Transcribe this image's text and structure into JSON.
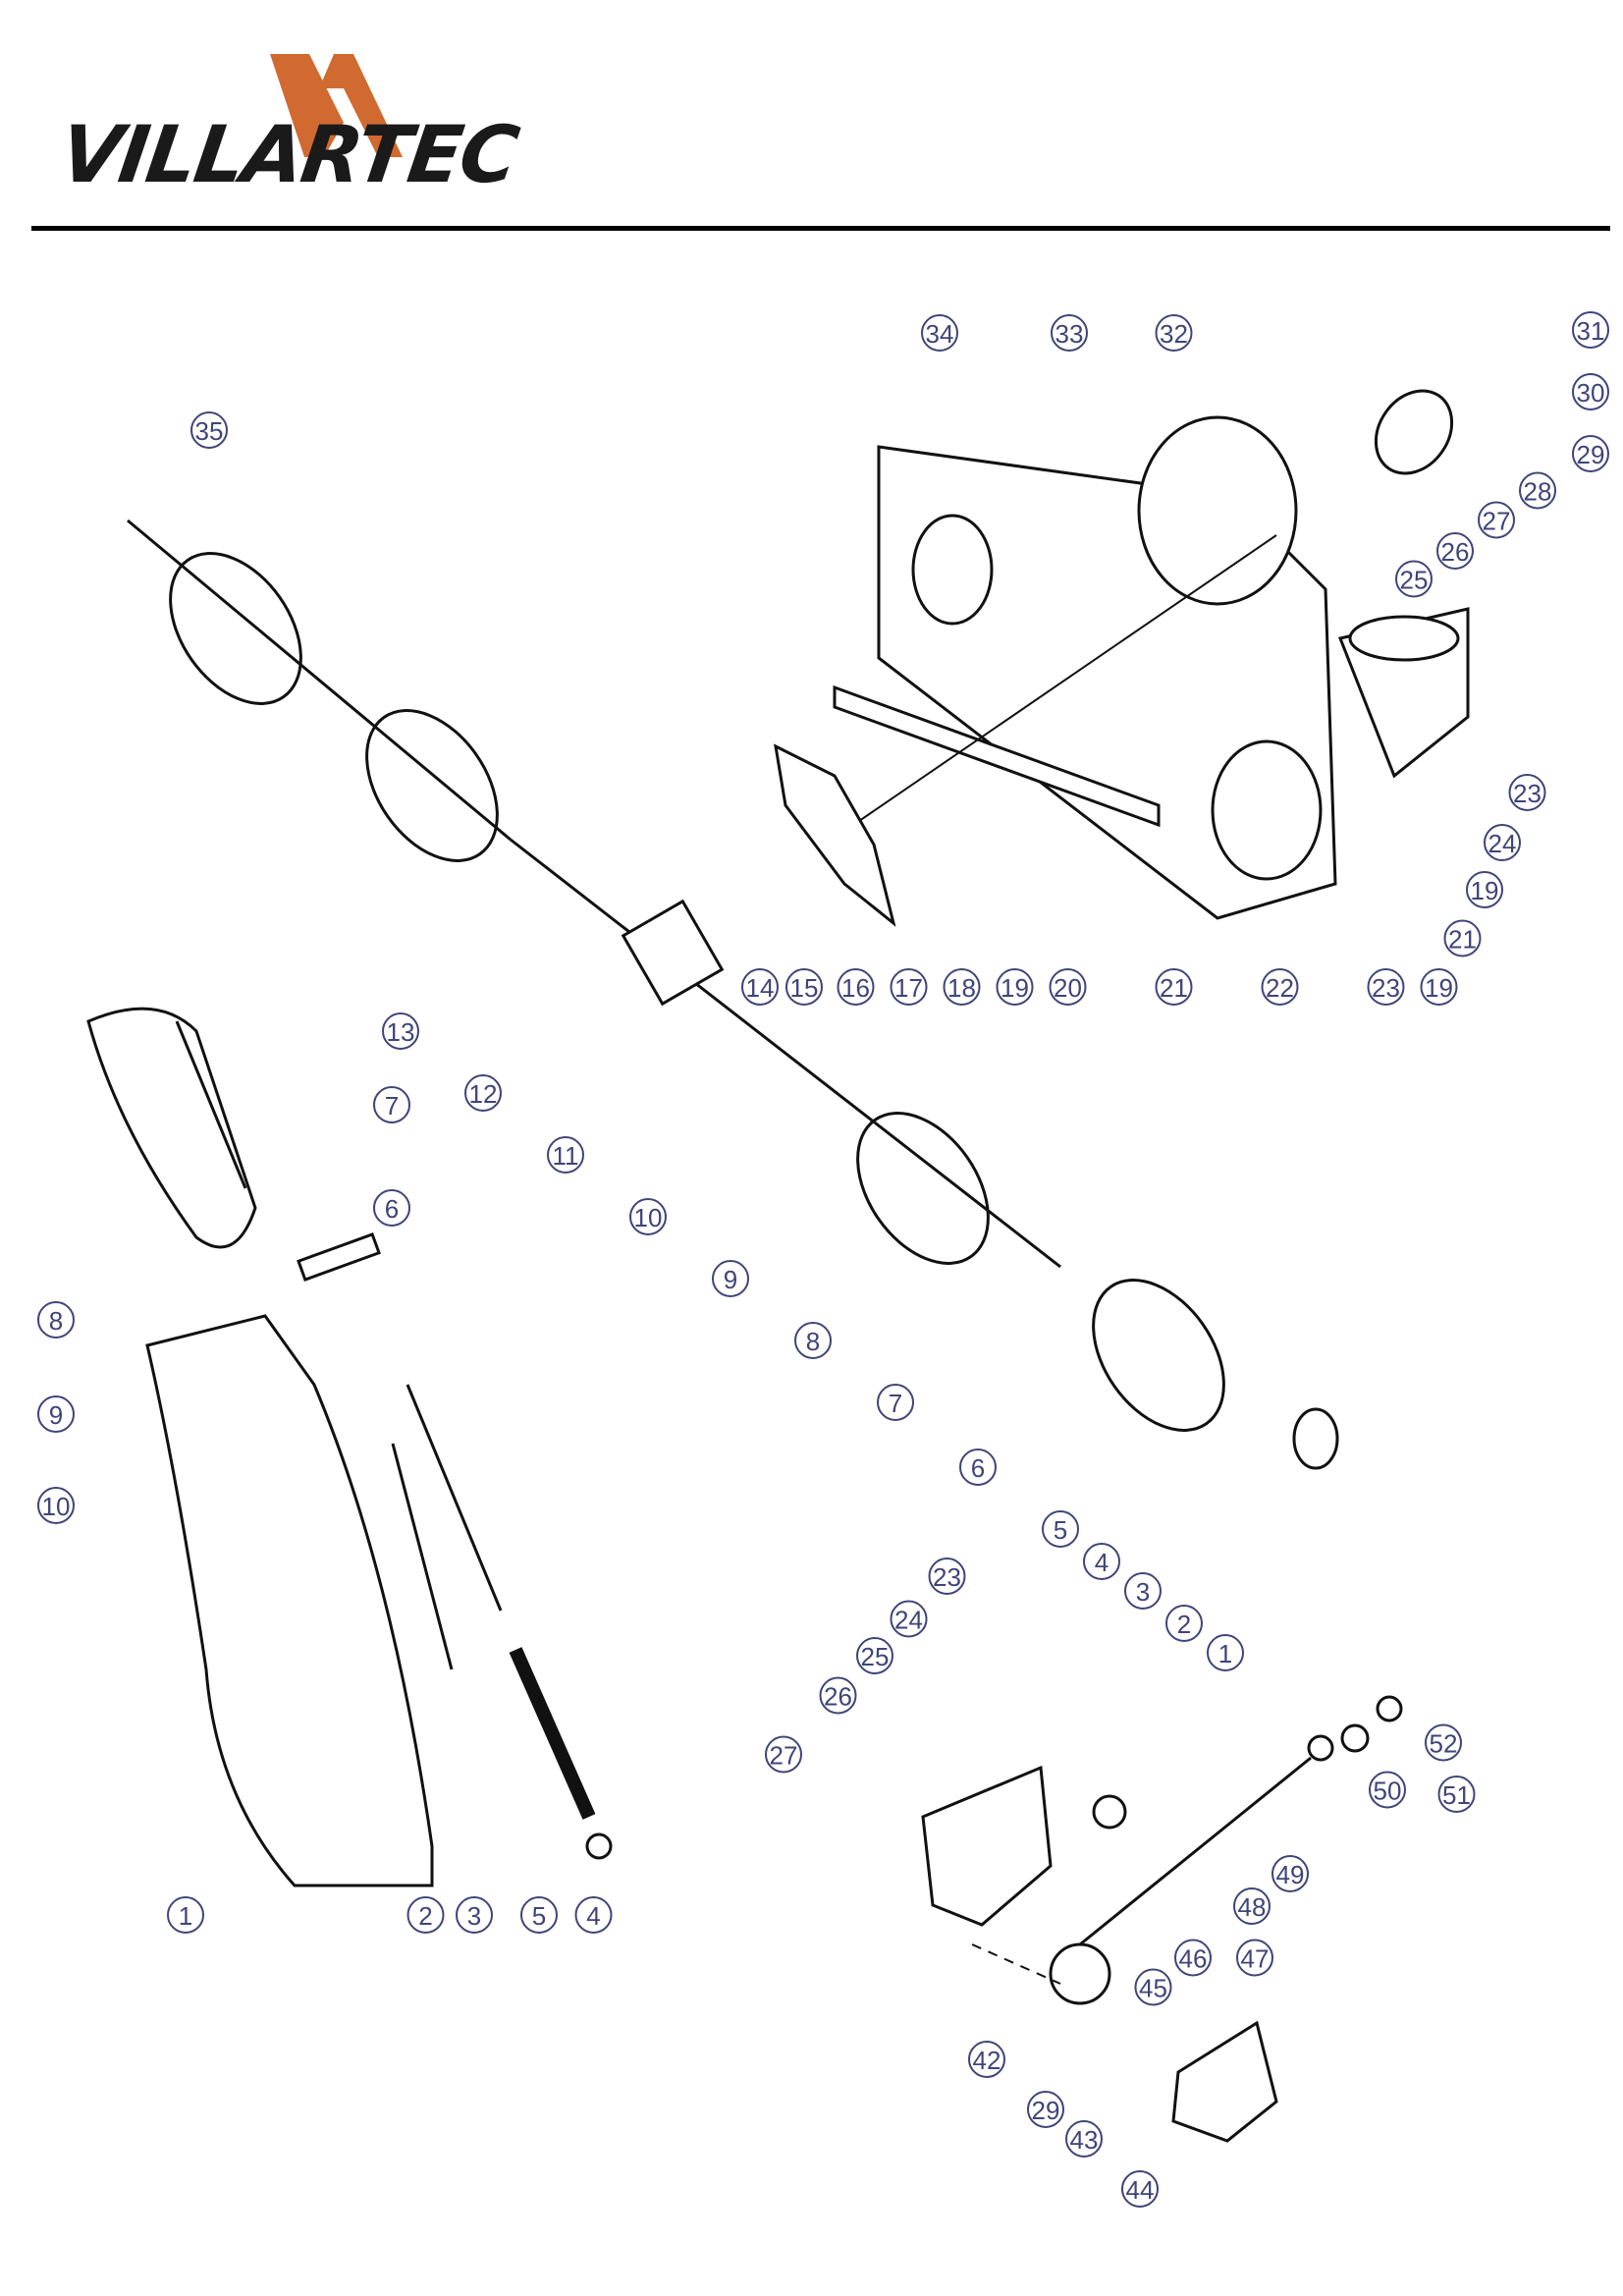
{
  "header": {
    "brand_name": "VILLARTEC",
    "brand_color": "#d06a30"
  },
  "diagram": {
    "callout_color": "#3f4578",
    "auger_assembly_callouts": [
      "34",
      "33",
      "32",
      "31",
      "30",
      "29",
      "28",
      "27",
      "26",
      "25",
      "23",
      "24",
      "19",
      "21",
      "35",
      "14",
      "15",
      "16",
      "17",
      "18",
      "19",
      "20",
      "21",
      "22",
      "23",
      "19",
      "13",
      "12",
      "11",
      "10",
      "9",
      "8",
      "7",
      "6",
      "5",
      "4",
      "3",
      "2",
      "1"
    ],
    "handle_assembly_callouts": [
      "7",
      "6",
      "8",
      "9",
      "10",
      "1",
      "2",
      "3",
      "5",
      "4"
    ],
    "gearbox_callouts": [
      "23",
      "24",
      "25",
      "26",
      "27",
      "52",
      "50",
      "51",
      "49",
      "48",
      "47",
      "46",
      "45",
      "42",
      "29",
      "43",
      "44"
    ]
  }
}
